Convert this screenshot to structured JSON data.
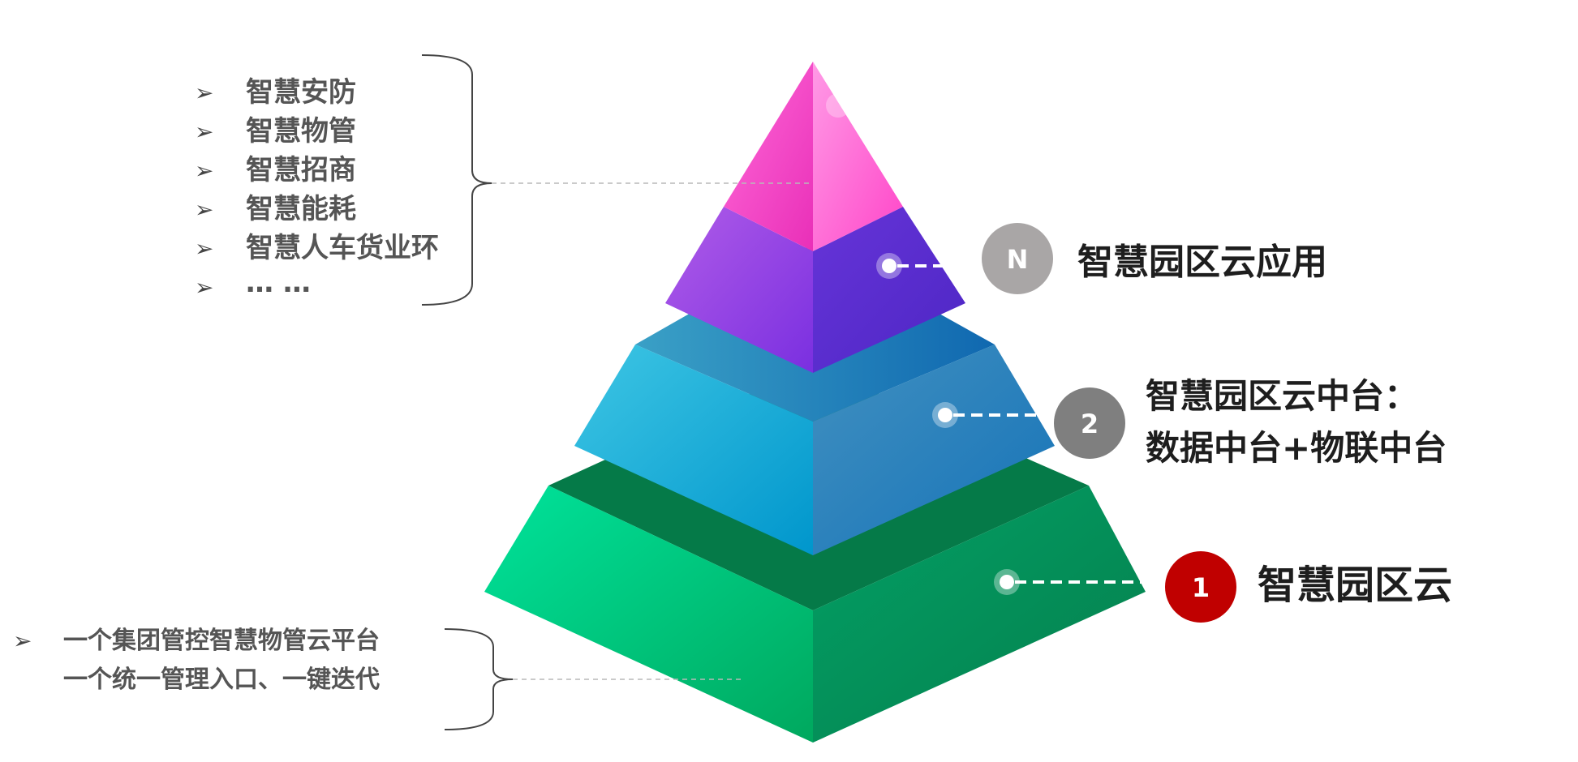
{
  "top_list": {
    "items": [
      "智慧安防",
      "智慧物管",
      "智慧招商",
      "智慧能耗",
      "智慧人车货业环",
      "…  …"
    ]
  },
  "bottom_list": {
    "lines": [
      "一个集团管控智慧物管云平台",
      "一个统一管理入口、一键迭代"
    ]
  },
  "layers": [
    {
      "badge": "N",
      "badge_color": "#a9a6a6",
      "title_lines": [
        "智慧园区云应用"
      ]
    },
    {
      "badge": "2",
      "badge_color": "#7f7f7f",
      "title_lines": [
        "智慧园区云中台：",
        "数据中台+物联中台"
      ]
    },
    {
      "badge": "1",
      "badge_color": "#c00000",
      "title_lines": [
        "智慧园区云"
      ]
    }
  ],
  "colors": {
    "top_pink": "#ff3fc4",
    "top_purple": "#8a2be2",
    "middle_blue": "#1ea3d6",
    "bottom_green": "#00b26b"
  }
}
